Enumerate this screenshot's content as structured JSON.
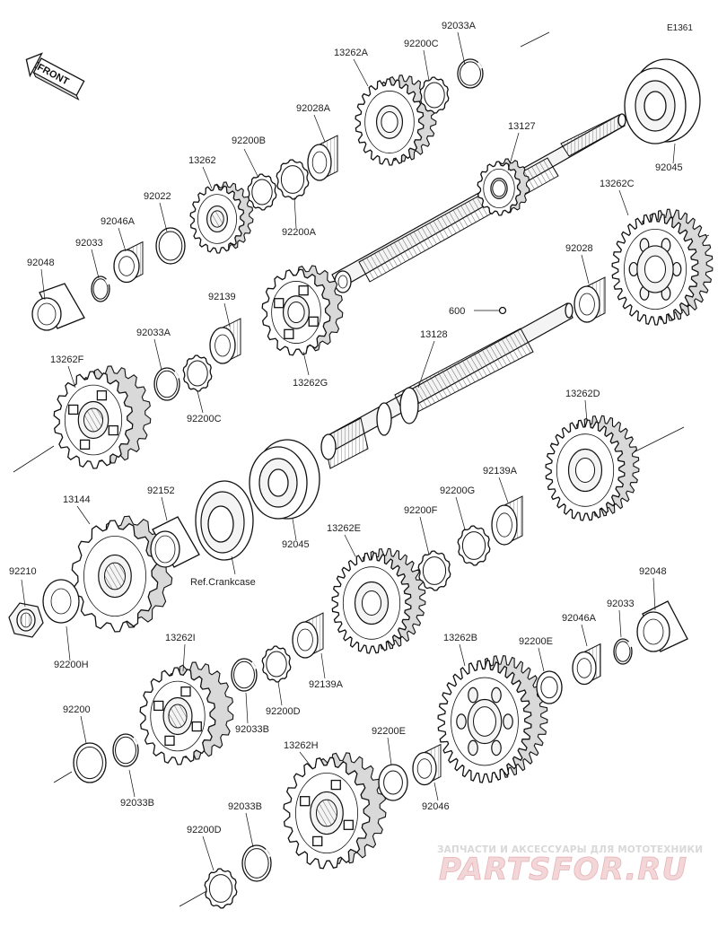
{
  "diagram_code": "E1361",
  "front_label": "FRONT",
  "watermark": {
    "tagline": "ЗАПЧАСТИ И АКСЕССУАРЫ ДЛЯ МОТОТЕХНИКИ",
    "logo": "PARTSFOR.RU"
  },
  "labels": {
    "p92033A_top": "92033A",
    "p92200C_top": "92200C",
    "p13262A": "13262A",
    "p92028A": "92028A",
    "p13127": "13127",
    "p92045_top": "92045",
    "p92200B": "92200B",
    "p92200A": "92200A",
    "p13262": "13262",
    "p92022": "92022",
    "p92046A_top": "92046A",
    "p92033_top": "92033",
    "p92048_top": "92048",
    "p13262C": "13262C",
    "p92028": "92028",
    "p600": "600",
    "p92139": "92139",
    "p13262G": "13262G",
    "p92033A_mid": "92033A",
    "p13128": "13128",
    "p13262F": "13262F",
    "p92200C_mid": "92200C",
    "p13262D": "13262D",
    "p13144": "13144",
    "p92152": "92152",
    "p92045_mid": "92045",
    "p92139A_right": "92139A",
    "p92200G": "92200G",
    "p92200F": "92200F",
    "p13262E": "13262E",
    "ref_crankcase": "Ref.Crankcase",
    "p92210": "92210",
    "p92048_right": "92048",
    "p92033_right": "92033",
    "p92046A_right": "92046A",
    "p92200H": "92200H",
    "p13262I": "13262I",
    "p13262B": "13262B",
    "p92200E_right": "92200E",
    "p92139A_mid": "92139A",
    "p92200D_mid": "92200D",
    "p92033B_mid": "92033B",
    "p92200": "92200",
    "p92033B_left": "92033B",
    "p13262H": "13262H",
    "p92200E_bottom": "92200E",
    "p92046": "92046",
    "p92033B_bottom": "92033B",
    "p92200D_bottom": "92200D"
  }
}
